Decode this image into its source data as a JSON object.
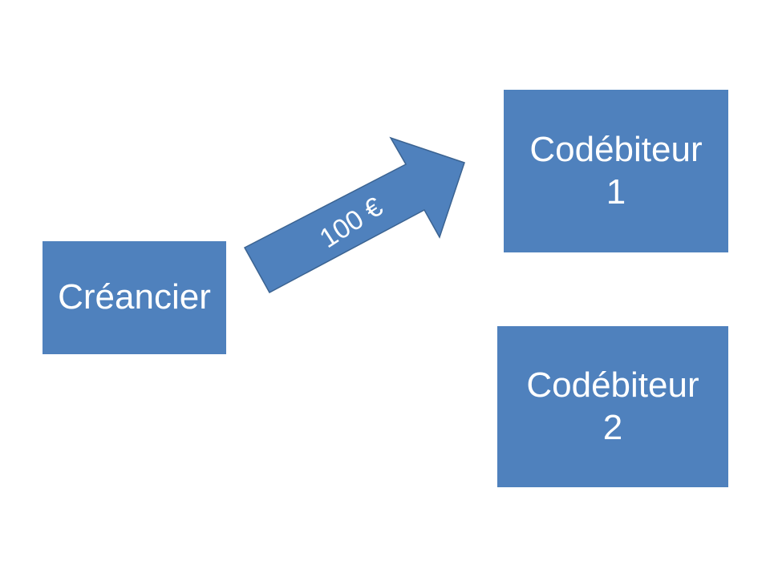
{
  "colors": {
    "node_fill": "#4f81bd",
    "node_stroke": "#3b6391",
    "text": "#ffffff",
    "background": "#ffffff"
  },
  "nodes": {
    "creancier": {
      "label": "Créancier"
    },
    "codebiteur1": {
      "label": "Codébiteur\n1"
    },
    "codebiteur2": {
      "label": "Codébiteur\n2"
    }
  },
  "arrow": {
    "label": "100 €"
  }
}
